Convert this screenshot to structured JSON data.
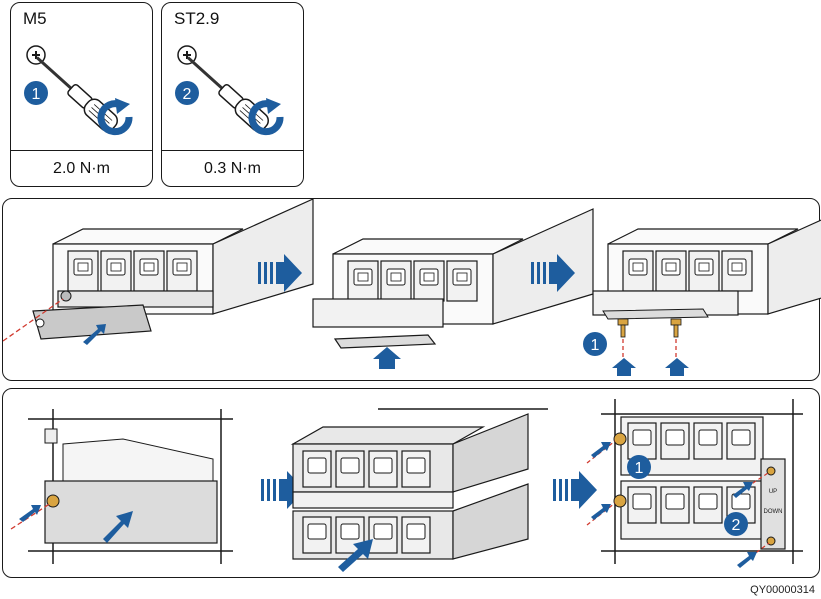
{
  "tools": [
    {
      "spec": "M5",
      "step": "1",
      "torque": "2.0 N·m",
      "icons": [
        "phillips-head-icon",
        "screwdriver-icon",
        "clockwise-tighten-icon"
      ]
    },
    {
      "spec": "ST2.9",
      "step": "2",
      "torque": "0.3 N·m",
      "icons": [
        "phillips-head-icon",
        "screwdriver-icon",
        "clockwise-tighten-icon"
      ]
    }
  ],
  "row1": {
    "steps": [
      "1"
    ],
    "icons": [
      "next-step-arrow-icon",
      "push-arrow-icon",
      "screw-icon"
    ]
  },
  "row2": {
    "steps": [
      "1",
      "2"
    ],
    "labels": [
      "UP",
      "DOWN"
    ],
    "icons": [
      "next-step-arrow-icon",
      "push-arrow-icon",
      "screw-icon"
    ]
  },
  "figure_code": "QY00000314",
  "colors": {
    "accent": "#1e5d9e",
    "outline": "#1a1a1a",
    "module_fill": "#f2f2f2",
    "panel_fill": "#dcdcdc",
    "screw": "#d9a441",
    "dash": "#d13a2f"
  }
}
